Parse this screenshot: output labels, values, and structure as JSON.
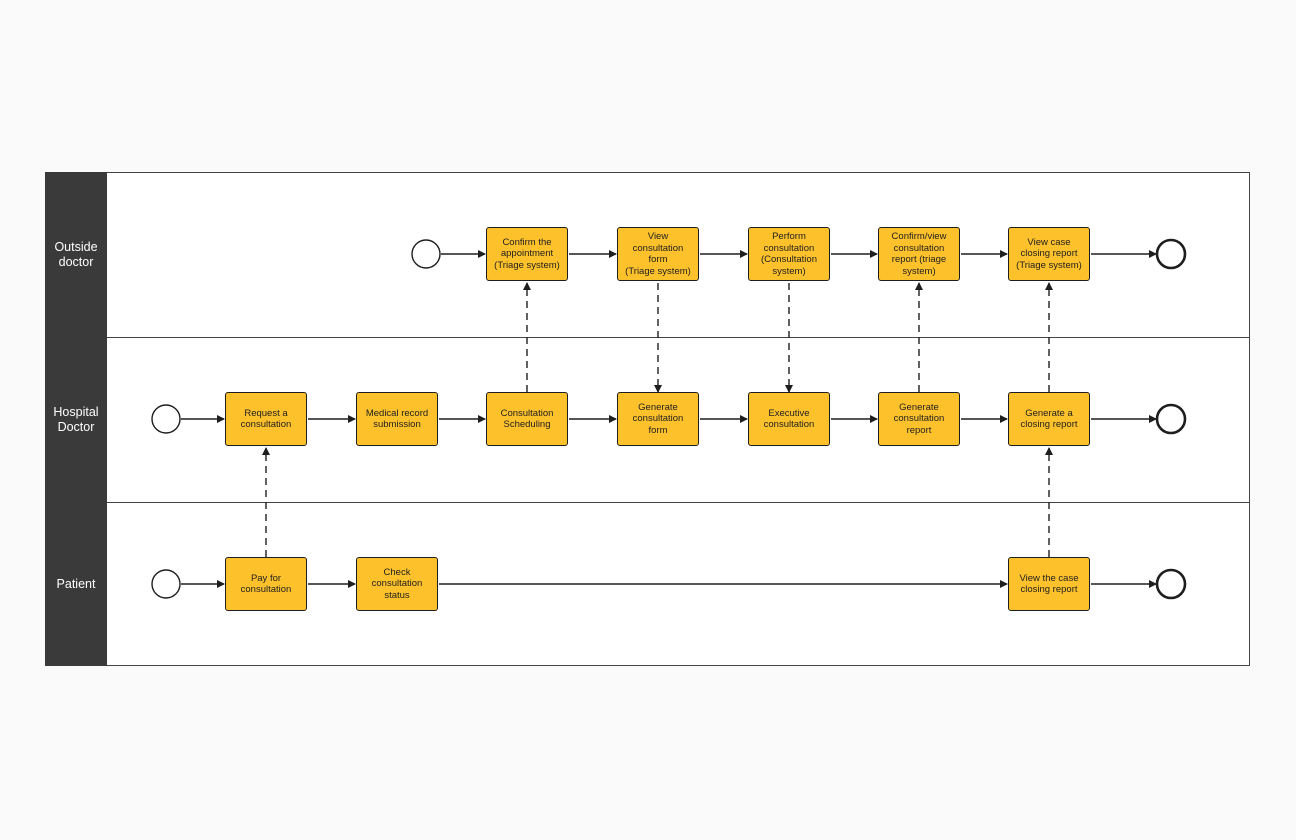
{
  "lanes": [
    {
      "id": "outside",
      "label": "Outside\ndoctor"
    },
    {
      "id": "hospital",
      "label": "Hospital\nDoctor"
    },
    {
      "id": "patient",
      "label": "Patient"
    }
  ],
  "tasks": {
    "confirm_appointment": "Confirm the\nappointment\n(Triage system)",
    "view_form": "View\nconsultation\nform\n(Triage system)",
    "perform_consultation": "Perform\nconsultation\n(Consultation\nsystem)",
    "confirm_report": "Confirm/view\nconsultation\nreport (triage\nsystem)",
    "view_closing_report": "View case\nclosing report\n(Triage system)",
    "request_consultation": "Request a\nconsultation",
    "medical_record": "Medical record\nsubmission",
    "scheduling": "Consultation\nScheduling",
    "generate_form": "Generate\nconsultation\nform",
    "executive": "Executive\nconsultation",
    "generate_report": "Generate\nconsultation\nreport",
    "generate_closing": "Generate a\nclosing report",
    "pay": "Pay for\nconsultation",
    "check_status": "Check\nconsultation\nstatus",
    "patient_view_closing": "View the case\nclosing report"
  },
  "colors": {
    "task_fill": "#fdc12b",
    "lane_header": "#3a3a3a",
    "stroke": "#1e1e1e"
  }
}
